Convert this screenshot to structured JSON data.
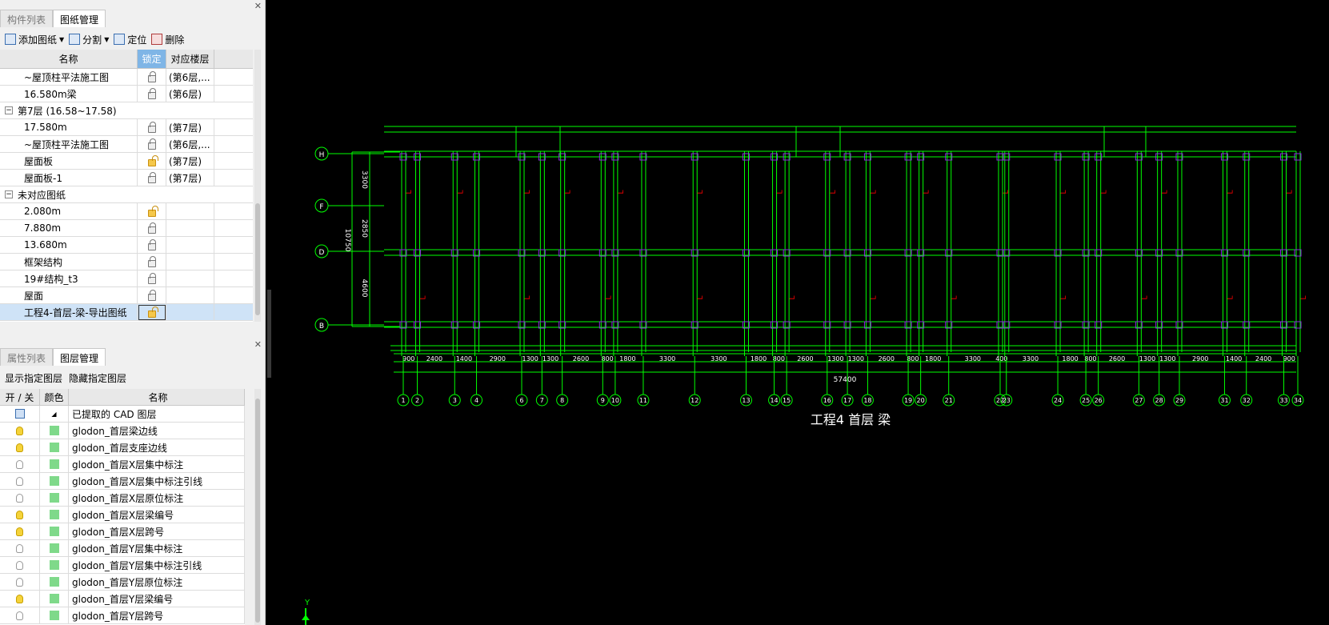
{
  "top_panel": {
    "tabs": [
      {
        "label": "构件列表"
      },
      {
        "label": "图纸管理"
      }
    ],
    "toolbar": {
      "add": "添加图纸",
      "split": "分割",
      "locate": "定位",
      "delete": "删除"
    },
    "columns": {
      "name": "名称",
      "lock": "锁定",
      "floor": "对应楼层"
    },
    "rows": [
      {
        "type": "item",
        "name": "~屋顶柱平法施工图",
        "lock": "locked",
        "floor": "(第6层,..."
      },
      {
        "type": "item",
        "name": "16.580m梁",
        "lock": "locked",
        "floor": "(第6层)"
      },
      {
        "type": "group",
        "name": "第7层 (16.58~17.58)"
      },
      {
        "type": "item",
        "name": "17.580m",
        "lock": "locked",
        "floor": "(第7层)"
      },
      {
        "type": "item",
        "name": "~屋顶柱平法施工图",
        "lock": "locked",
        "floor": "(第6层,..."
      },
      {
        "type": "item",
        "name": "屋面板",
        "lock": "open",
        "floor": "(第7层)"
      },
      {
        "type": "item",
        "name": "屋面板-1",
        "lock": "locked",
        "floor": "(第7层)"
      },
      {
        "type": "group",
        "name": "未对应图纸"
      },
      {
        "type": "item",
        "name": "2.080m",
        "lock": "open",
        "floor": ""
      },
      {
        "type": "item",
        "name": "7.880m",
        "lock": "locked",
        "floor": ""
      },
      {
        "type": "item",
        "name": "13.680m",
        "lock": "locked",
        "floor": ""
      },
      {
        "type": "item",
        "name": "框架结构",
        "lock": "locked",
        "floor": ""
      },
      {
        "type": "item",
        "name": "19#结构_t3",
        "lock": "locked",
        "floor": ""
      },
      {
        "type": "item",
        "name": "屋面",
        "lock": "locked",
        "floor": ""
      },
      {
        "type": "item",
        "name": "工程4-首层-梁-导出图纸",
        "lock": "open",
        "floor": "",
        "selected": true
      }
    ]
  },
  "bottom_panel": {
    "tabs": [
      {
        "label": "属性列表"
      },
      {
        "label": "图层管理"
      }
    ],
    "actions": {
      "show": "显示指定图层",
      "hide": "隐藏指定图层"
    },
    "columns": {
      "onoff": "开 / 关",
      "color": "颜色",
      "name": "名称"
    },
    "cad_row": "已提取的 CAD 图层",
    "layers": [
      {
        "name": "glodon_首层梁边线",
        "on": true
      },
      {
        "name": "glodon_首层支座边线",
        "on": true
      },
      {
        "name": "glodon_首层X层集中标注",
        "on": false
      },
      {
        "name": "glodon_首层X层集中标注引线",
        "on": false
      },
      {
        "name": "glodon_首层X层原位标注",
        "on": false
      },
      {
        "name": "glodon_首层X层梁编号",
        "on": true
      },
      {
        "name": "glodon_首层X层跨号",
        "on": true
      },
      {
        "name": "glodon_首层Y层集中标注",
        "on": false
      },
      {
        "name": "glodon_首层Y层集中标注引线",
        "on": false
      },
      {
        "name": "glodon_首层Y层原位标注",
        "on": false
      },
      {
        "name": "glodon_首层Y层梁编号",
        "on": true
      },
      {
        "name": "glodon_首层Y层跨号",
        "on": false
      }
    ]
  },
  "drawing": {
    "title": "工程4 首层 梁",
    "total_dim": "57400",
    "row_axes": [
      {
        "label": "H"
      },
      {
        "label": "F"
      },
      {
        "label": "D"
      },
      {
        "label": "B"
      }
    ],
    "row_dims": [
      "3300",
      "2850",
      "4600"
    ],
    "row_total": "10750",
    "spans": [
      "900",
      "2400",
      "1400",
      "2900",
      "1300",
      "1300",
      "2600",
      "800",
      "1800",
      "3300",
      "3300",
      "1800",
      "800",
      "2600",
      "1300",
      "1300",
      "2600",
      "800",
      "1800",
      "3300",
      "400",
      "3300",
      "1800",
      "800",
      "2600",
      "1300",
      "1300",
      "2900",
      "1400",
      "2400",
      "900"
    ],
    "col_axes": [
      "1",
      "2",
      "3",
      "4",
      "6",
      "7",
      "8",
      "9",
      "10",
      "11",
      "12",
      "13",
      "14",
      "15",
      "16",
      "17",
      "18",
      "19",
      "20",
      "21",
      "22",
      "23",
      "24",
      "25",
      "26",
      "27",
      "28",
      "29",
      "31",
      "32",
      "33",
      "34"
    ],
    "ucs_label": "Y",
    "colors": {
      "line": "#00ff00",
      "text": "#ffffff",
      "tag": "#ff0000",
      "node": "#8a2be2"
    }
  }
}
